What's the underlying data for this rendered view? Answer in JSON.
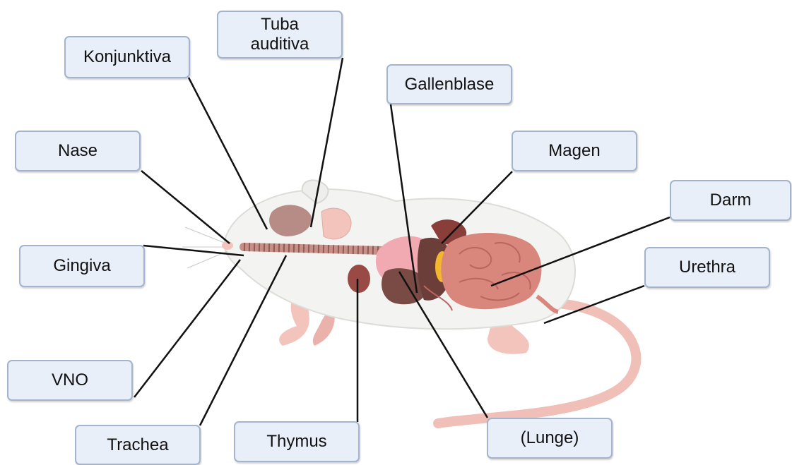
{
  "labels": {
    "konjunktiva": "Konjunktiva",
    "tuba_auditiva": "Tuba\nauditiva",
    "gallenblase": "Gallenblase",
    "nase": "Nase",
    "magen": "Magen",
    "darm": "Darm",
    "gingiva": "Gingiva",
    "urethra": "Urethra",
    "vno": "VNO",
    "trachea": "Trachea",
    "thymus": "Thymus",
    "lunge": "(Lunge)"
  },
  "colors": {
    "box_fill": "#e9eff9",
    "box_border": "#a3b4cc",
    "leader_line": "#111111",
    "body": "#f3f3f1",
    "skin": "#f2c4bc",
    "liver": "#7a4a44",
    "intestine": "#d9867d",
    "lung": "#f1a9b2",
    "gallbladder": "#f4b62d"
  },
  "icons": {
    "organism": "mouse-anatomy-illustration"
  }
}
